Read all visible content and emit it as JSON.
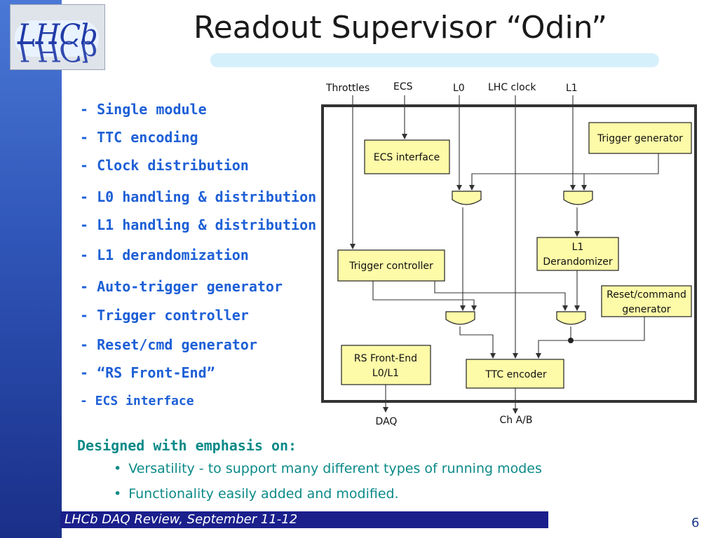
{
  "title": "Readout Supervisor “Odin”",
  "logo": {
    "text": "LHCb"
  },
  "bullets": [
    "- Single module",
    "- TTC encoding",
    "- Clock distribution",
    "- L0 handling & distribution",
    "- L1 handling & distribution",
    "- L1 derandomization",
    "- Auto-trigger generator",
    "- Trigger controller",
    "- Reset/cmd generator",
    "- “RS Front-End”",
    "- ECS interface"
  ],
  "diagram": {
    "inputs": {
      "throttles": "Throttles",
      "ecs": "ECS",
      "l0": "L0",
      "lhc_clock": "LHC clock",
      "l1": "L1"
    },
    "blocks": {
      "ecs_interface": "ECS interface",
      "trigger_generator": "Trigger generator",
      "trigger_controller": "Trigger controller",
      "l1_derandomizer_line1": "L1",
      "l1_derandomizer_line2": "Derandomizer",
      "reset_cmd_line1": "Reset/command",
      "reset_cmd_line2": "generator",
      "rs_frontend_line1": "RS Front-End",
      "rs_frontend_line2": "L0/L1",
      "ttc_encoder": "TTC encoder"
    },
    "outputs": {
      "daq": "DAQ",
      "ch_ab": "Ch A/B"
    },
    "colors": {
      "block_fill": "#fdfaa8",
      "wire": "#333333"
    }
  },
  "emphasis": {
    "heading": "Designed with emphasis on:",
    "items": [
      "Versatility - to support many different types of running modes",
      "Functionality easily added and modified."
    ]
  },
  "footer": {
    "text": "LHCb DAQ Review, September 11-12",
    "page": "6"
  }
}
